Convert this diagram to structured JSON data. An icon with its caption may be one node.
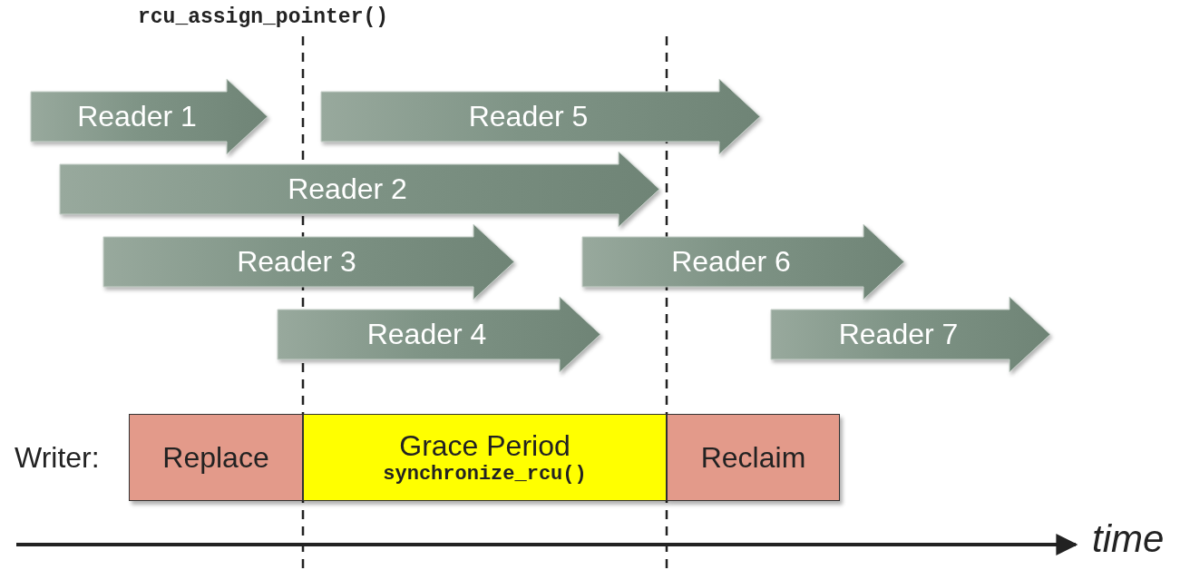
{
  "diagram": {
    "nodes": [
      {
        "text": [
          "Reader 1"
        ]
      },
      {
        "text": [
          "Reader 5"
        ]
      },
      {
        "text": [
          "Reader 2"
        ]
      },
      {
        "text": [
          "Reader 3"
        ]
      },
      {
        "text": [
          "Reader 6"
        ]
      },
      {
        "text": [
          "Reader 4"
        ]
      },
      {
        "text": [
          "Reader 7"
        ]
      },
      {
        "text": [
          "Replace"
        ]
      },
      {
        "text": [
          "Grace Period",
          "synchronize_rcu()"
        ]
      },
      {
        "text": [
          "Reclaim"
        ]
      }
    ],
    "labels": [
      "rcu_assign_pointer()",
      "Writer:",
      "time"
    ]
  }
}
